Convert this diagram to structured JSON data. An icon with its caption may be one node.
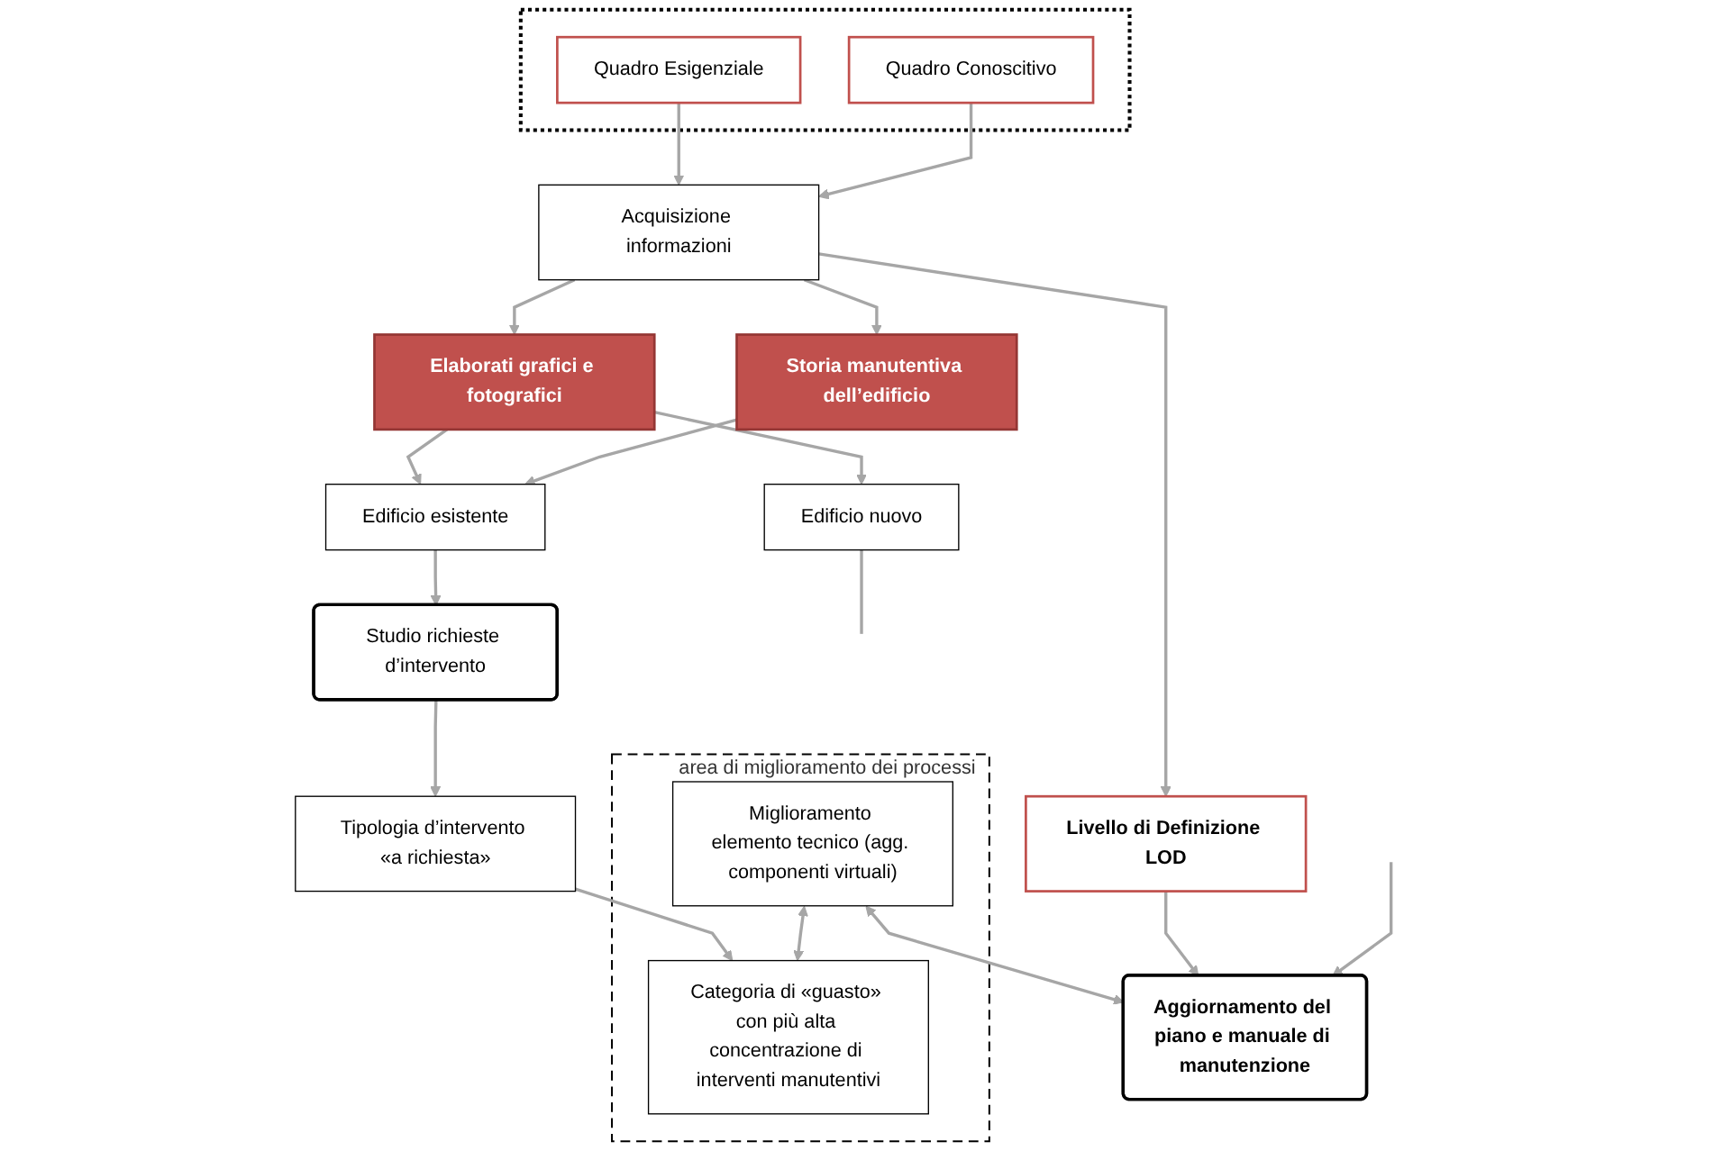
{
  "diagram": {
    "nodes": [
      {
        "text": [],
        "shape": "box"
      },
      {
        "text": [
          "Quadro Esigenziale"
        ],
        "in": 0
      },
      {
        "text": [
          "Quadro Conoscitivo"
        ],
        "in": 0
      },
      {
        "text": [
          "Acquisizione informazioni"
        ]
      },
      {
        "text": [
          "Elaborati grafici e fotografici"
        ]
      },
      {
        "text": [
          "Storia manutentiva dell’edificio"
        ]
      },
      {
        "text": [
          "Edificio nuovo"
        ]
      },
      {
        "text": [
          "Edificio esistente"
        ]
      },
      {
        "text": [
          "Livello di Definizione LOD"
        ]
      },
      {
        "text": [
          "Studio richieste d’intervento"
        ]
      },
      {
        "text": [
          "Tipologia d’intervento «a richiesta»"
        ]
      },
      {
        "text": [
          "Aggiornamento del piano e manuale di manutenzione"
        ]
      },
      {
        "text": [],
        "shape": "box",
        "beside": [
          "area di miglioramento dei processi"
        ]
      },
      {
        "text": [
          "Miglioramento elemento tecnico (agg. componenti virtuali)"
        ],
        "in": 12
      },
      {
        "text": [
          "Categoria di «guasto» con più alta concentrazione di interventi manutentivi"
        ],
        "in": 12
      }
    ],
    "edges": [
      {
        "from": 1,
        "to": 3,
        "arrow": "to"
      },
      {
        "from": 2,
        "to": 3,
        "arrow": "to"
      },
      {
        "from": 3,
        "to": 4,
        "arrow": "to"
      },
      {
        "from": 3,
        "to": 5,
        "arrow": "to"
      },
      {
        "from": 3,
        "to": 8,
        "arrow": "to"
      },
      {
        "from": 4,
        "to": 6,
        "arrow": "to"
      },
      {
        "from": 4,
        "to": 7,
        "arrow": "to"
      },
      {
        "from": 5,
        "to": 7,
        "arrow": "to"
      },
      {
        "from": 6,
        "to": null,
        "arrow": "none"
      },
      {
        "from": 7,
        "to": 9,
        "arrow": "to"
      },
      {
        "from": 9,
        "to": 10,
        "arrow": "to"
      },
      {
        "from": 10,
        "to": 14,
        "arrow": "to"
      },
      {
        "from": 8,
        "to": 11,
        "arrow": "to"
      },
      {
        "from": 13,
        "to": 11,
        "arrow": "both"
      },
      {
        "from": 13,
        "to": 14,
        "arrow": "both"
      },
      {
        "from": null,
        "to": 11,
        "arrow": "to"
      }
    ]
  }
}
